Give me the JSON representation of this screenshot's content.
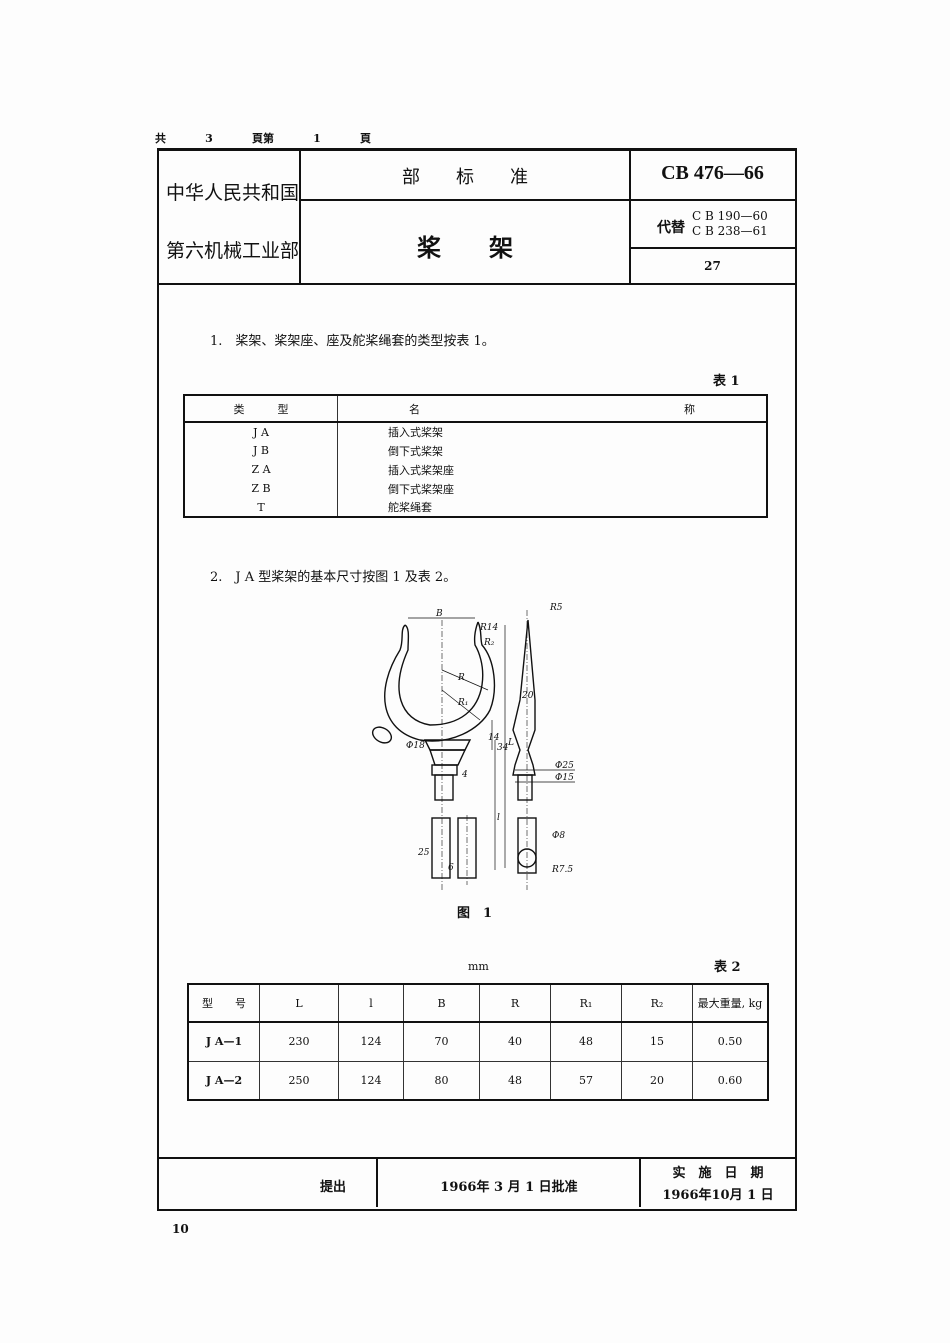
{
  "page_counter": {
    "total_label": "共",
    "total": "3",
    "page_label": "頁第",
    "current": "1",
    "suffix": "頁"
  },
  "header": {
    "country": "中华人民共和国",
    "ministry": "第六机械工业部",
    "standard_type": "部　　标　　准",
    "title": "桨　　架",
    "code": "CB 476—66",
    "replaces_label": "代替",
    "replaces": [
      "C B 190—60",
      "C B 238—61"
    ],
    "number": "27"
  },
  "section1": {
    "text": "1.　桨架、桨架座、座及舵桨绳套的类型按表 1。",
    "table_label": "表 1",
    "headers": [
      "类　　　型",
      "名　　　　　　　　　　　　　　　　　　　　　　　　称"
    ],
    "rows": [
      [
        "J A",
        "插入式桨架"
      ],
      [
        "J B",
        "倒下式桨架"
      ],
      [
        "Z A",
        "插入式桨架座"
      ],
      [
        "Z B",
        "倒下式桨架座"
      ],
      [
        "T",
        "舵桨绳套"
      ]
    ]
  },
  "section2": {
    "text": "2.　J A 型桨架的基本尺寸按图 1 及表 2。",
    "figure_caption": "图　1",
    "figure_labels": {
      "B": "B",
      "R": "R",
      "R1": "R₁",
      "R2": "R₂",
      "R14": "R14",
      "phi18": "Φ18",
      "phi25": "Φ25",
      "phi15": "Φ15",
      "phi8": "Φ8",
      "R5": "R5",
      "R75": "R7.5",
      "d20": "20",
      "d34": "34",
      "d14": "14",
      "d4": "4",
      "d25": "25",
      "d6": "6",
      "L": "L",
      "l": "l"
    },
    "unit": "mm",
    "table_label": "表 2",
    "headers": [
      "型　　号",
      "L",
      "l",
      "B",
      "R",
      "R₁",
      "R₂",
      "最大重量, kg"
    ],
    "rows": [
      [
        "J A—1",
        "230",
        "124",
        "70",
        "40",
        "48",
        "15",
        "0.50"
      ],
      [
        "J A—2",
        "250",
        "124",
        "80",
        "48",
        "57",
        "20",
        "0.60"
      ]
    ]
  },
  "footer": {
    "proposed": "提出",
    "approved": "1966年 3 月 1 日批准",
    "effective_label": "实　施　日　期",
    "effective_date": "1966年10月 1 日"
  },
  "page_number": "10"
}
